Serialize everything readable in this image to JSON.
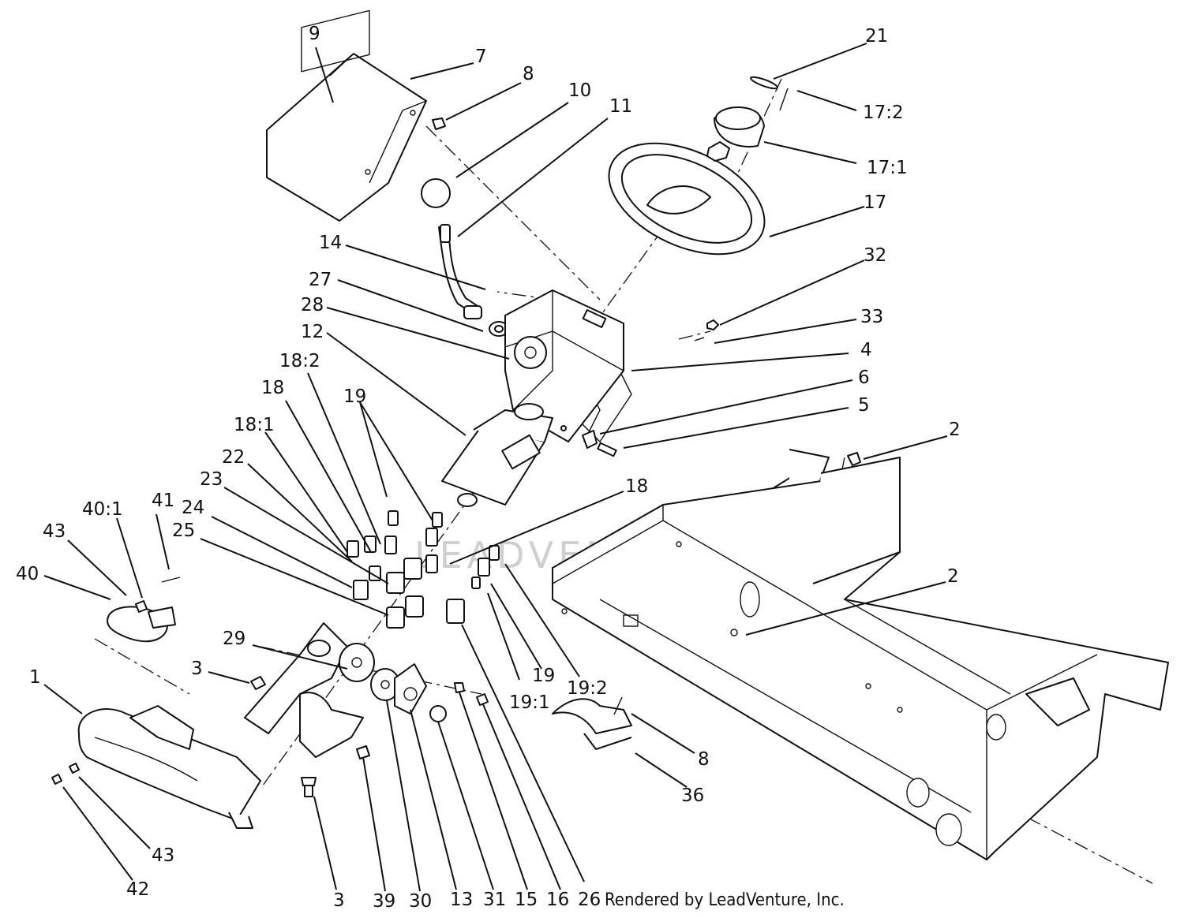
{
  "diagram": {
    "watermark": "LEADVENTURE",
    "credit": "Rendered by LeadVenture, Inc.",
    "callouts": {
      "c_9": "9",
      "c_7": "7",
      "c_8a": "8",
      "c_10": "10",
      "c_11": "11",
      "c_21": "21",
      "c_17_2": "17:2",
      "c_17_1": "17:1",
      "c_17": "17",
      "c_32": "32",
      "c_33": "33",
      "c_4": "4",
      "c_6": "6",
      "c_5": "5",
      "c_14": "14",
      "c_27": "27",
      "c_28": "28",
      "c_12": "12",
      "c_18_2": "18:2",
      "c_18a": "18",
      "c_19a": "19",
      "c_18_1": "18:1",
      "c_22": "22",
      "c_23": "23",
      "c_24": "24",
      "c_25": "25",
      "c_2a": "2",
      "c_18b": "18",
      "c_2b": "2",
      "c_43a": "43",
      "c_40_1": "40:1",
      "c_41": "41",
      "c_40": "40",
      "c_29": "29",
      "c_3a": "3",
      "c_1": "1",
      "c_19b": "19",
      "c_19_2": "19:2",
      "c_19_1": "19:1",
      "c_8b": "8",
      "c_36": "36",
      "c_43b": "43",
      "c_42": "42",
      "c_3b": "3",
      "c_39": "39",
      "c_30": "30",
      "c_13": "13",
      "c_31": "31",
      "c_15": "15",
      "c_16": "16",
      "c_26": "26"
    }
  }
}
